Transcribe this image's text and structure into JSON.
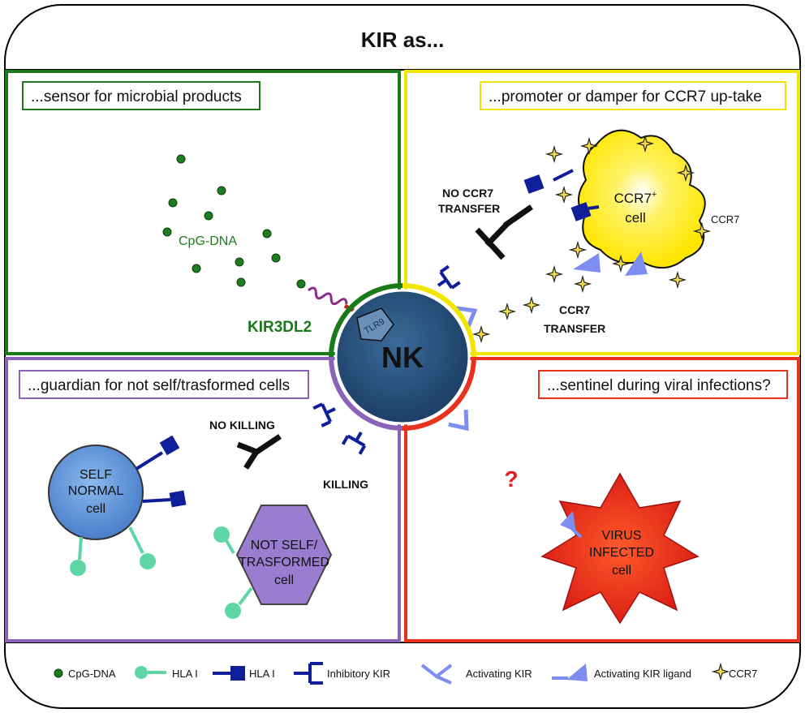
{
  "title": "KIR as...",
  "panels": {
    "sensor": {
      "label": "...sensor for microbial products",
      "color": "#1a7a1a",
      "cpg_label": "CpG-DNA",
      "receptor_label": "KIR3DL2",
      "tlr_label": "TLR9"
    },
    "promoter": {
      "label": "...promoter or damper for CCR7 up-take",
      "color": "#f2e600",
      "no_transfer_1": "NO CCR7",
      "no_transfer_2": "TRANSFER",
      "transfer_1": "CCR7",
      "transfer_2": "TRANSFER",
      "cell_line1": "CCR7",
      "cell_sup": "+",
      "cell_line2": "cell",
      "ccr7_label": "CCR7"
    },
    "guardian": {
      "label": "...guardian for not self/trasformed cells",
      "color": "#8a63b8",
      "no_killing": "NO KILLING",
      "killing": "KILLING",
      "self_1": "SELF",
      "self_2": "NORMAL",
      "self_3": "cell",
      "notself_1": "NOT SELF/",
      "notself_2": "TRASFORMED",
      "notself_3": "cell"
    },
    "sentinel": {
      "label": "...sentinel during viral infections?",
      "color": "#e8321e",
      "question": "?",
      "virus_1": "VIRUS",
      "virus_2": "INFECTED",
      "virus_3": "cell"
    }
  },
  "nk_label": "NK",
  "legend": {
    "cpg": "CpG-DNA",
    "hla_round": "HLA I",
    "hla_square": "HLA I",
    "inhibitory": "Inhibitory KIR",
    "activating": "Activating KIR",
    "ligand": "Activating KIR ligand",
    "ccr7": "CCR7"
  },
  "colors": {
    "cpg": "#1e7d1e",
    "hla_round": "#5fd6a6",
    "hla_square": "#0f1f99",
    "activating": "#7d8ef0",
    "nk": "#2a5580",
    "self_cell": "#5b8fd6",
    "notself_cell": "#9a7dd0",
    "virus": "#e8291c",
    "ccr7_cell": "#ffee00"
  }
}
